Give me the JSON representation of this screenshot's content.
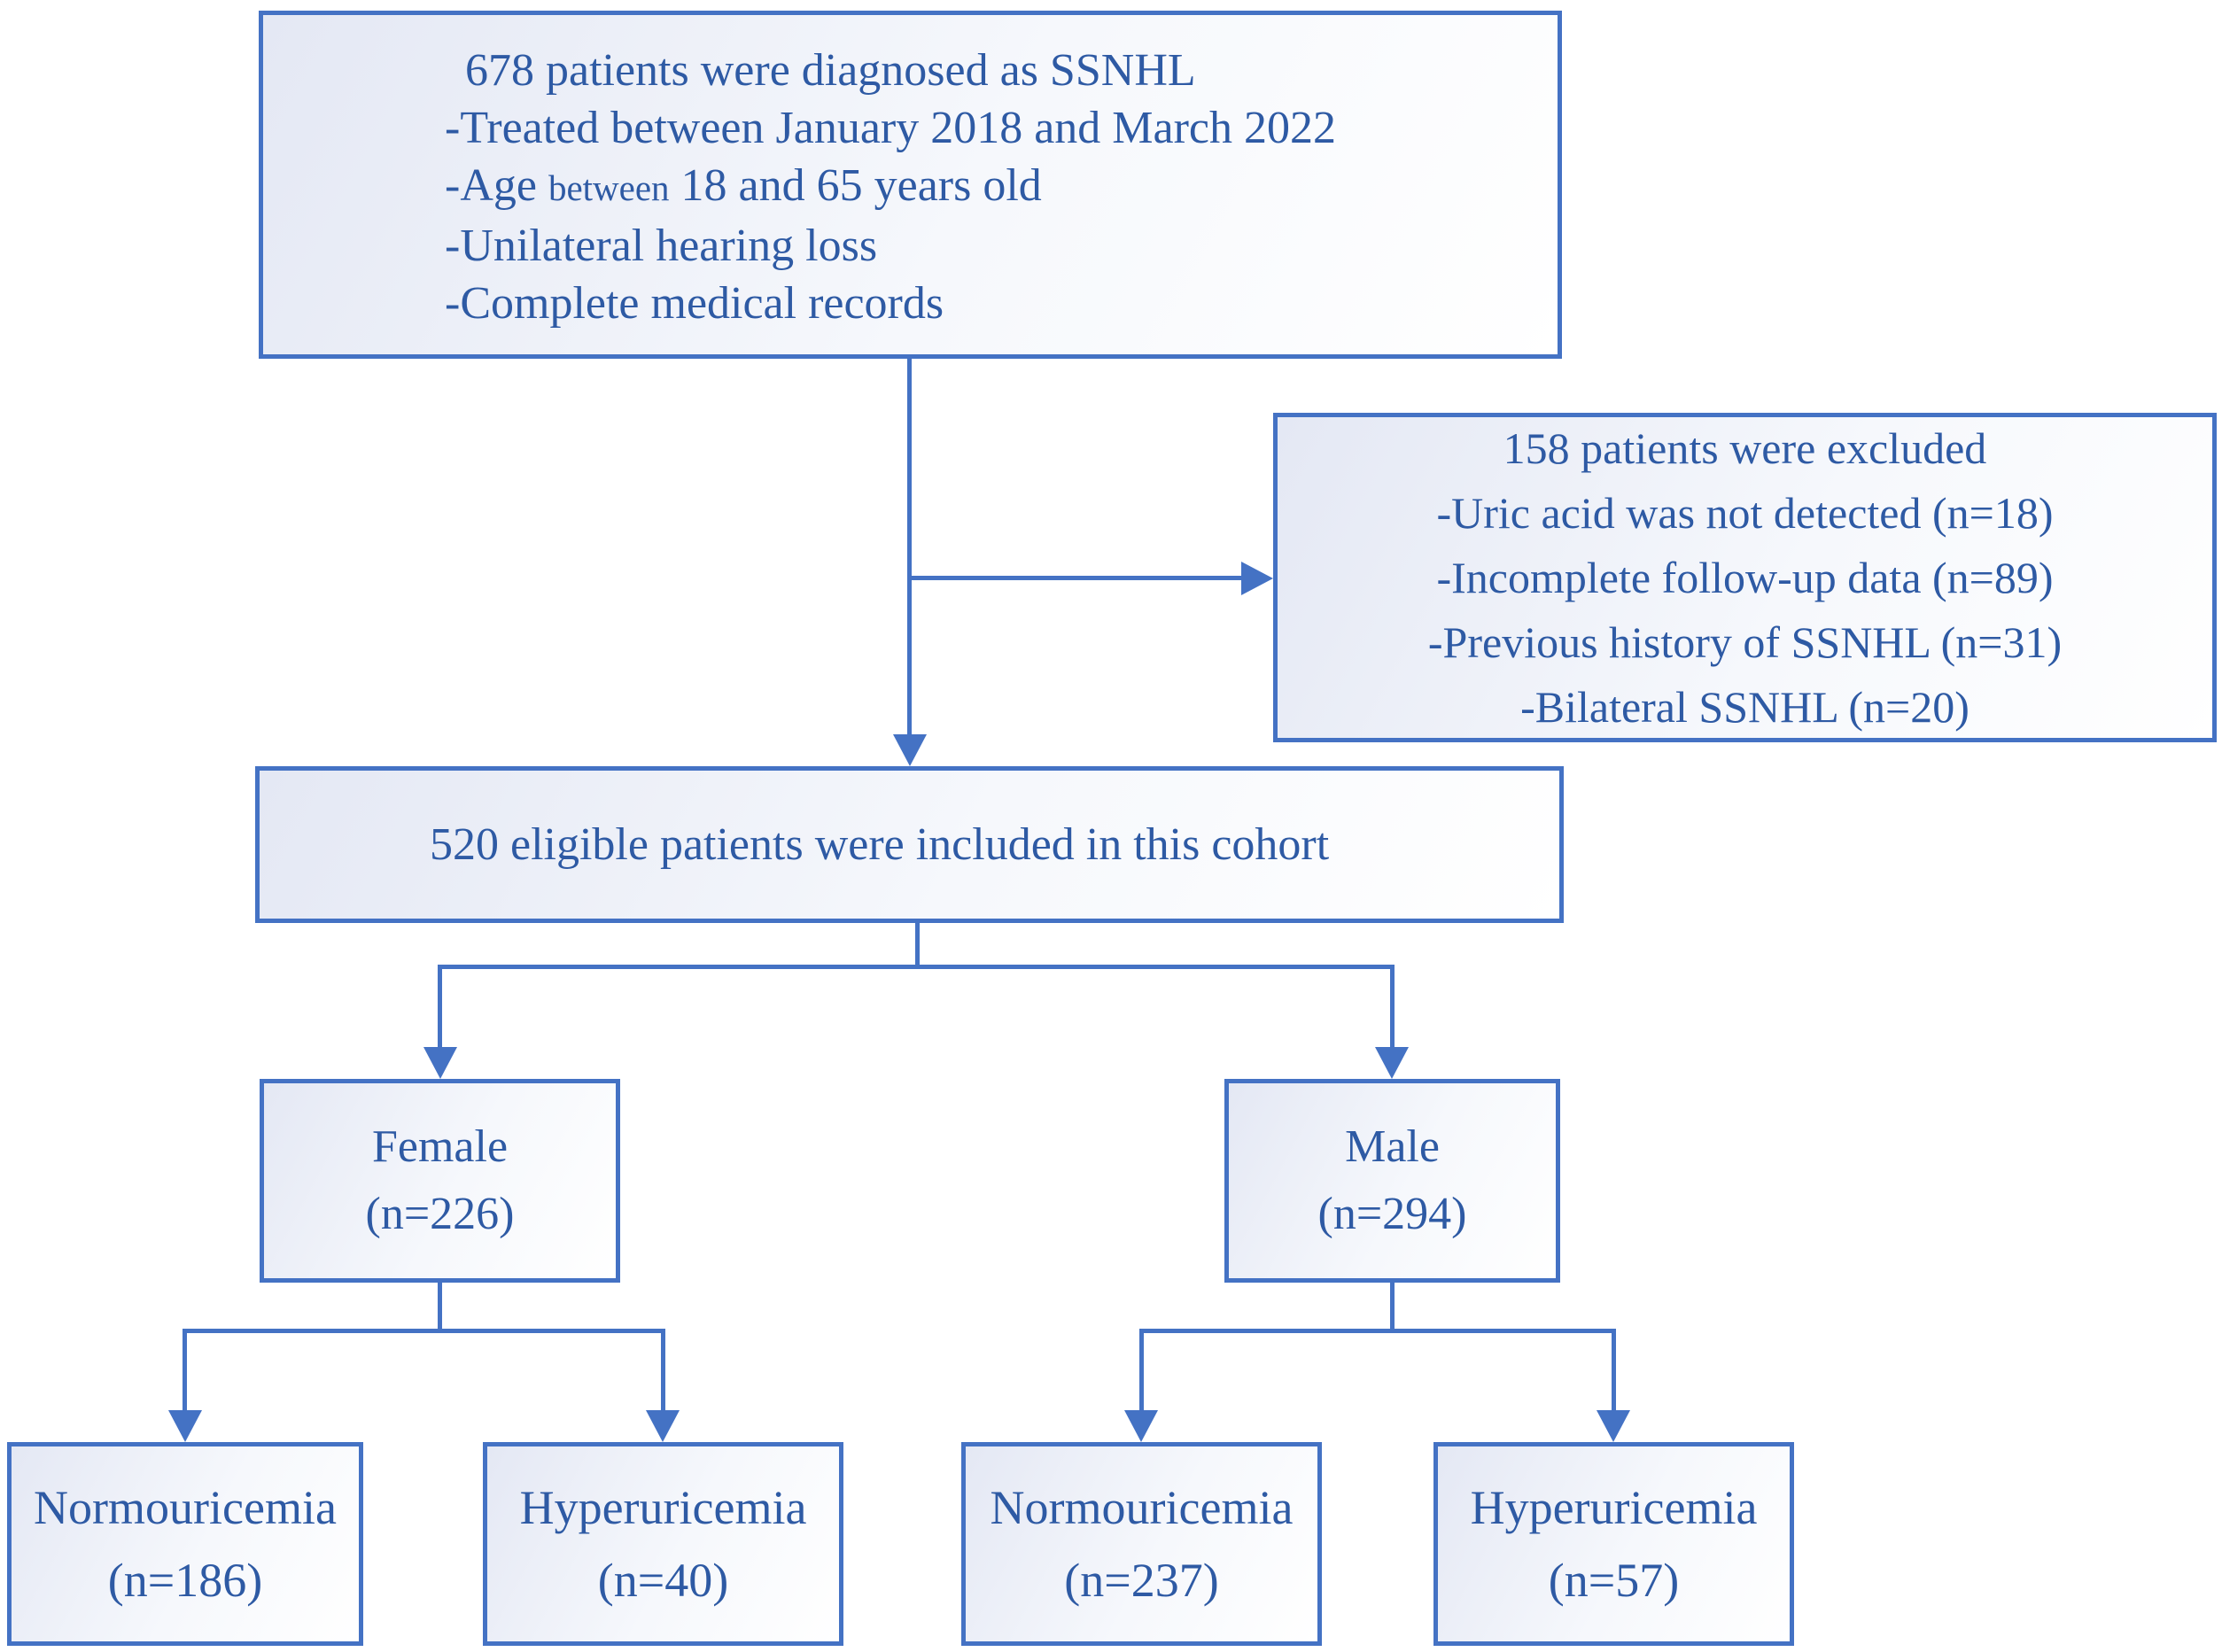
{
  "boxes": {
    "diagnosed": {
      "line1": "678 patients were diagnosed as SSNHL",
      "line2": "-Treated between January 2018 and March 2022",
      "line3a": "-Age ",
      "line3b": "between",
      "line3c": " 18 and 65 years old",
      "line4": "-Unilateral hearing loss",
      "line5": "-Complete medical records"
    },
    "excluded": {
      "line1": "158 patients were excluded",
      "line2": "-Uric acid was not detected (n=18)",
      "line3": "-Incomplete follow-up data (n=89)",
      "line4": "-Previous history of SSNHL (n=31)",
      "line5": "-Bilateral SSNHL (n=20)"
    },
    "eligible": {
      "line1": "520 eligible patients were included in this cohort"
    },
    "female": {
      "line1": "Female",
      "line2": "(n=226)"
    },
    "male": {
      "line1": "Male",
      "line2": "(n=294)"
    },
    "female_normouricemia": {
      "line1": "Normouricemia",
      "line2": "(n=186)"
    },
    "female_hyperuricemia": {
      "line1": "Hyperuricemia",
      "line2": "(n=40)"
    },
    "male_normouricemia": {
      "line1": "Normouricemia",
      "line2": "(n=237)"
    },
    "male_hyperuricemia": {
      "line1": "Hyperuricemia",
      "line2": "(n=57)"
    }
  },
  "colors": {
    "line": "#4472c4",
    "text": "#2e5aa4",
    "fillA": "#e4e8f4",
    "fillB": "#f6f8fc",
    "bg": "#ffffff"
  }
}
